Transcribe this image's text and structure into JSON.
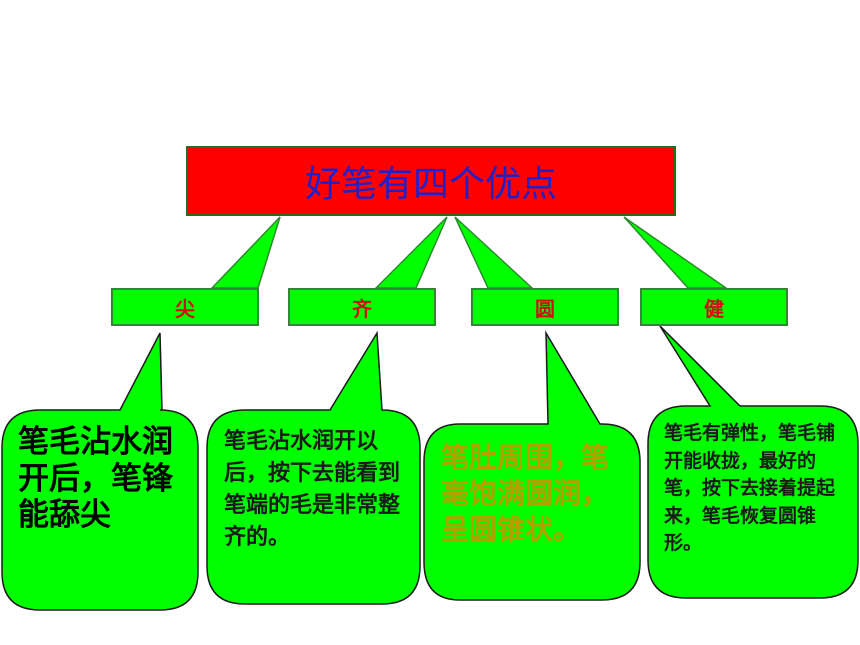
{
  "title": "好笔有四个优点",
  "qualities": [
    {
      "label": "尖"
    },
    {
      "label": "齐"
    },
    {
      "label": "圆"
    },
    {
      "label": "健"
    }
  ],
  "bubbles": [
    {
      "text": "笔毛沾水润开后，笔锋能舔尖"
    },
    {
      "text": "笔毛沾水润开以后，按下去能看到笔端的毛是非常整齐的。"
    },
    {
      "text": "笔肚周围，笔毫饱满圆润，呈圆锥状。"
    },
    {
      "text": "笔毛有弹性，笔毛铺开能收拢，最好的笔，按下去接着提起来，笔毛恢复圆锥形。"
    }
  ],
  "colors": {
    "title_bg": "#ff0000",
    "title_text": "#2020c8",
    "box_bg": "#00ff00",
    "label_text": "#d01010",
    "bubble_text_default": "#1a1a1a",
    "bubble_text_3": "#b0a000"
  }
}
